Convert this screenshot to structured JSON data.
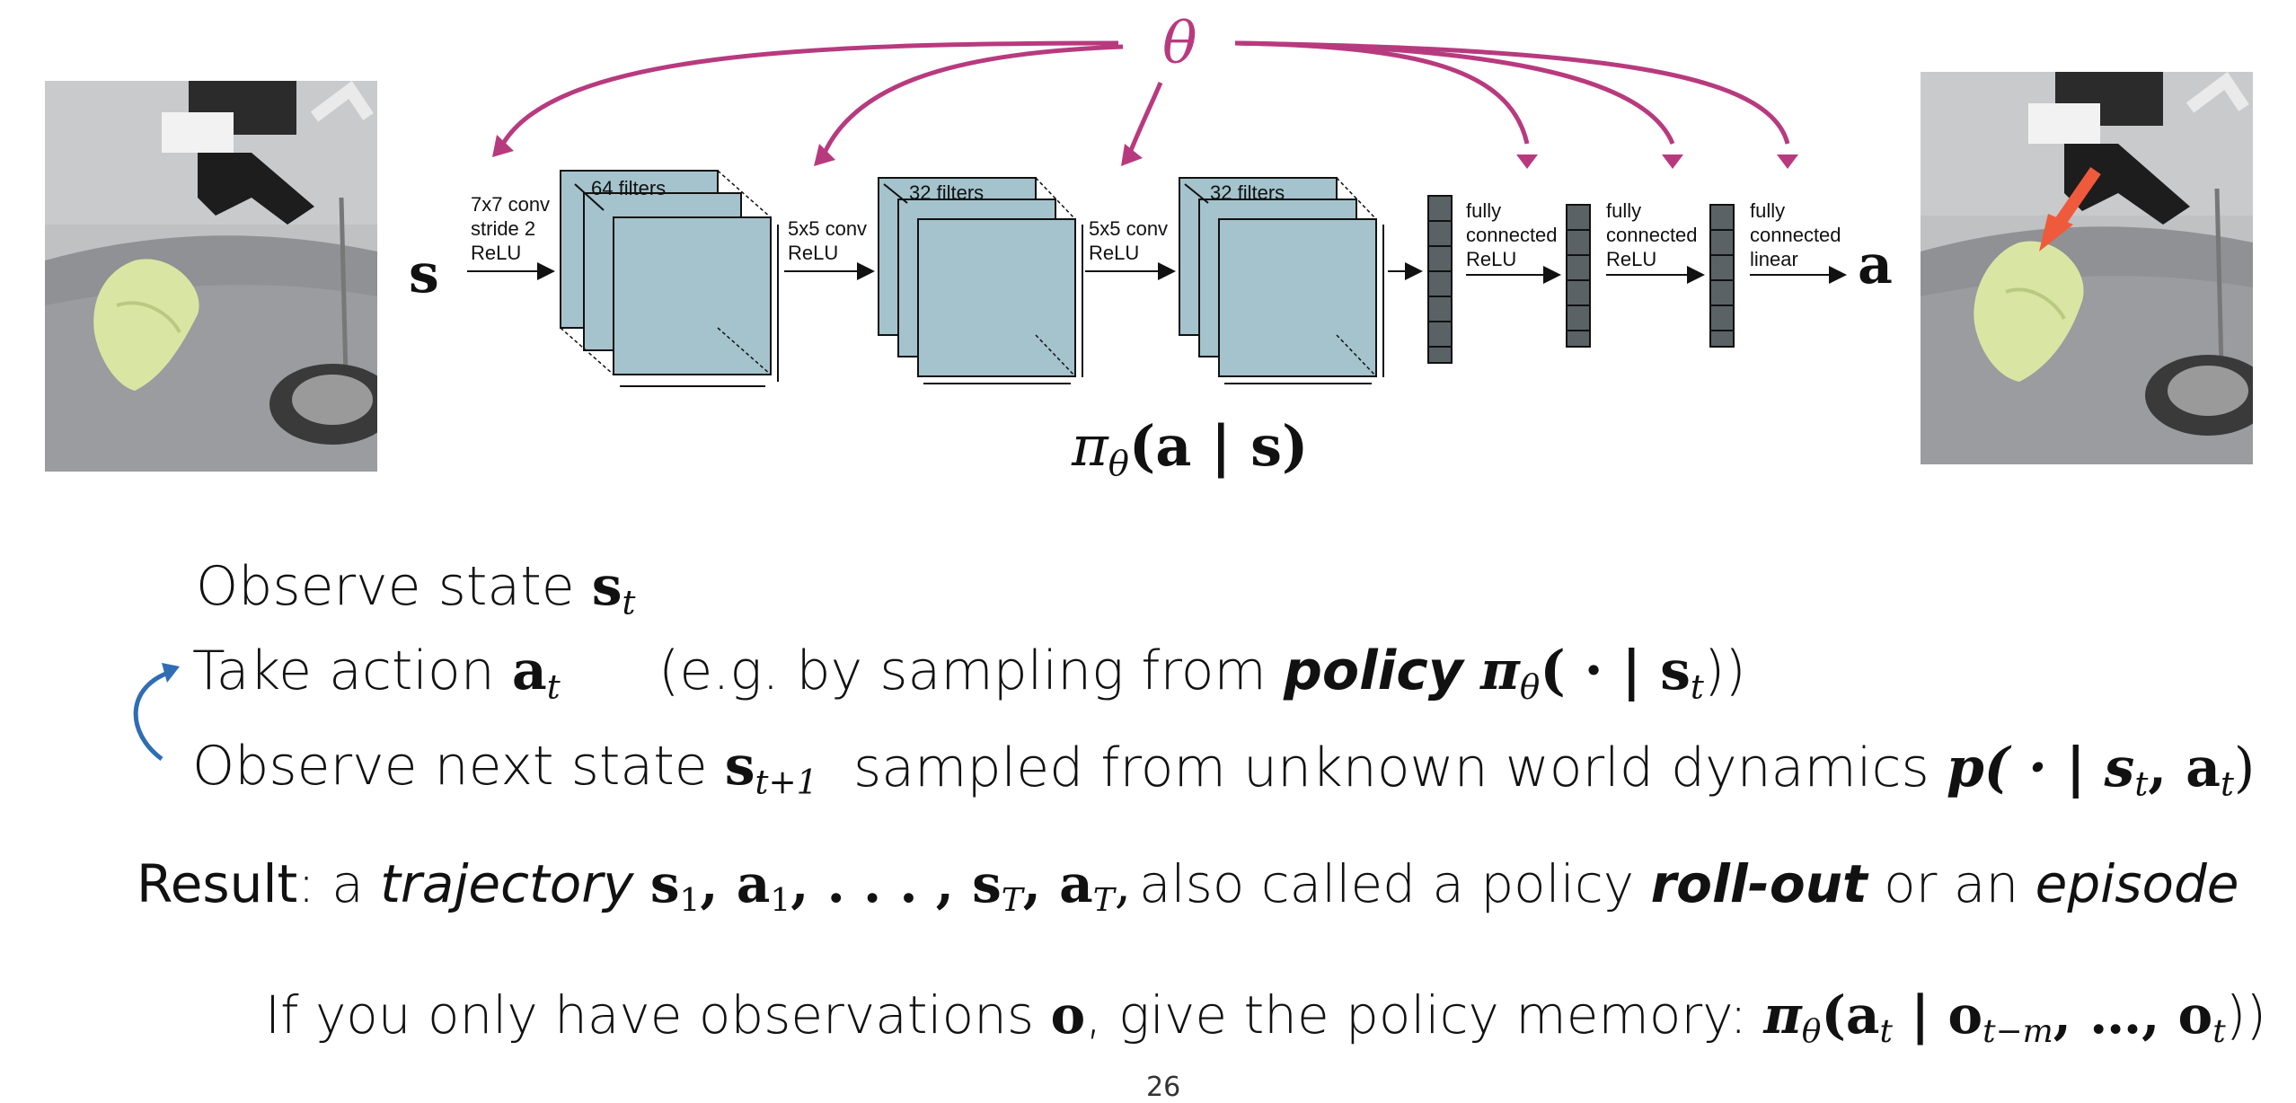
{
  "diagram": {
    "theta": "θ",
    "input_symbol": "s",
    "output_symbol": "a",
    "layers": [
      {
        "label1": "7x7 conv",
        "label2": "stride 2",
        "label3": "ReLU",
        "filters": "64 filters"
      },
      {
        "label1": "5x5 conv",
        "label2": "ReLU",
        "filters": "32 filters"
      },
      {
        "label1": "5x5 conv",
        "label2": "ReLU",
        "filters": "32 filters"
      }
    ],
    "fc_layers": [
      {
        "label1": "fully",
        "label2": "connected",
        "label3": "ReLU"
      },
      {
        "label1": "fully",
        "label2": "connected",
        "label3": "ReLU"
      },
      {
        "label1": "fully",
        "label2": "connected",
        "label3": "linear"
      }
    ],
    "policy_label": {
      "pi": "π",
      "theta": "θ",
      "args": "(a | s)"
    },
    "colors": {
      "arrows": "#b83a7e",
      "filters": "#a4c3cc",
      "fc": "#5a6266",
      "action_arrow": "#ef5a3c",
      "loop_arrow": "#2f6db5"
    }
  },
  "lines": {
    "observe": {
      "text": "Observe state",
      "sym": "s",
      "sub": "t"
    },
    "take": {
      "text": "Take action",
      "sym": "a",
      "sub": "t",
      "note_pre": "(e.g. by sampling from",
      "note_bold": "policy",
      "note_math": "π",
      "note_theta": "θ",
      "note_args": "( · | s",
      "note_sub": "t",
      "note_close": "))"
    },
    "next": {
      "text": "Observe next state",
      "sym": "s",
      "sub": "t+1",
      "note": "sampled from unknown world dynamics",
      "math_p": "p( · | s",
      "math_sub1": "t",
      "math_mid": ", a",
      "math_sub2": "t",
      "math_close": ")"
    },
    "result": {
      "label": "Result",
      "rest": ": a",
      "traj": "trajectory",
      "math": "s",
      "s1": "1",
      "m2": ", a",
      "a1": "1",
      "m3": ", . . . , s",
      "sT": "T",
      "m4": ", a",
      "aT": "T",
      "m5": ",",
      "also": "also called a policy",
      "rollout": "roll-out",
      "or": "or an",
      "episode": "episode"
    },
    "memory": {
      "pre": "If you only have observations",
      "o": "o",
      "mid": ", give the policy memory:",
      "pi": "π",
      "theta": "θ",
      "args_open": "(a",
      "sub_t": "t",
      "bar": " | o",
      "sub_tm": "t−m",
      "dots": ", …, o",
      "sub_t2": "t",
      "close": "))"
    }
  },
  "page_number": "26"
}
